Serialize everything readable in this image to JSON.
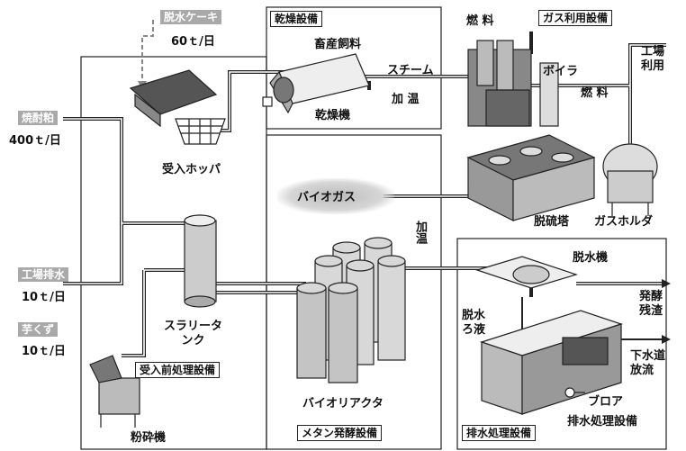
{
  "inputs": {
    "cake": {
      "tag": "脱水ケーキ",
      "qty": "60ｔ/日"
    },
    "shochu": {
      "tag": "焼酎粕",
      "qty": "400ｔ/日"
    },
    "factory_water": {
      "tag": "工場排水",
      "qty": "10ｔ/日"
    },
    "potato": {
      "tag": "芋くず",
      "qty": "10ｔ/日"
    }
  },
  "sections": {
    "drying": "乾燥設備",
    "gas_use": "ガス利用設備",
    "pretreatment": "受入前処理設備",
    "methane": "メタン発酵設備",
    "wastewater": "排水処理設備"
  },
  "labels": {
    "hopper": "受入ホッパ",
    "feed": "畜産飼料",
    "dryer": "乾燥機",
    "steam": "スチーム",
    "heating1": "加 温",
    "heating2": "加温",
    "fuel1": "燃 料",
    "fuel2": "燃 料",
    "boiler": "ボイラ",
    "factory_use": "工場利用",
    "biogas": "バイオガス",
    "desulfurizer": "脱硫塔",
    "gas_holder": "ガスホルダ",
    "slurry_tank": "スラリータンク",
    "crusher": "粉砕機",
    "bioreactor": "バイオリアクタ",
    "dewater_machine": "脱水機",
    "dewater_filtrate": "脱水ろ液",
    "ferment_residue": "発酵残渣",
    "sewer": "下水道放流",
    "blower": "ブロア",
    "wastewater_equipment": "排水処理設備"
  }
}
